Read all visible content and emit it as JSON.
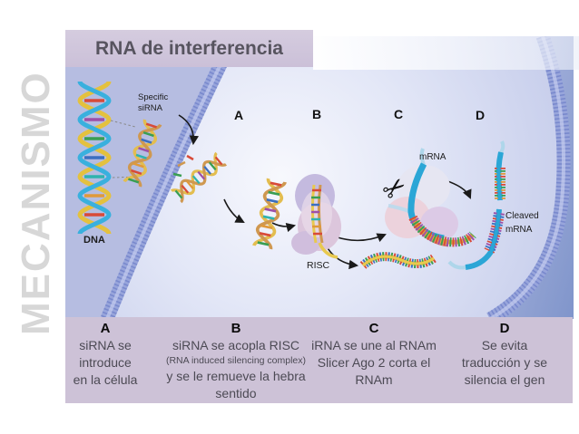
{
  "side_label": "MECANISMO",
  "header": {
    "title": "RNA de interferencia",
    "band_color": "#cdc2d8"
  },
  "diagram": {
    "step_letters": [
      "A",
      "B",
      "C",
      "D"
    ],
    "labels": {
      "dna": "DNA",
      "specific1": "Specific",
      "specific2": "siRNA",
      "risc": "RISC",
      "mrna": "mRNA",
      "cleaved1": "Cleaved",
      "cleaved2": "mRNA"
    },
    "scissors_icon": "✂",
    "colors": {
      "membrane_blue": "#5f70c0",
      "cell_background": "#c9cfec",
      "mrna_cyan": "#2ba6d6",
      "strand_yellow": "#e3bd4f",
      "risc_pink": "#ecd2dc"
    }
  },
  "footer": {
    "band_color": "#cdc2d7",
    "steps": [
      {
        "letter": "A",
        "lines": [
          "siRNA se",
          "introduce",
          "en la célula"
        ]
      },
      {
        "letter": "B",
        "lines": [
          "siRNA se acopla RISC",
          "(RNA induced silencing complex)",
          "y se le remueve la hebra",
          "sentido"
        ]
      },
      {
        "letter": "C",
        "lines": [
          "iRNA se une al RNAm",
          "Slicer Ago 2 corta el",
          "RNAm"
        ]
      },
      {
        "letter": "D",
        "lines": [
          "Se evita",
          "traducción y se",
          "silencia el gen"
        ]
      }
    ]
  }
}
